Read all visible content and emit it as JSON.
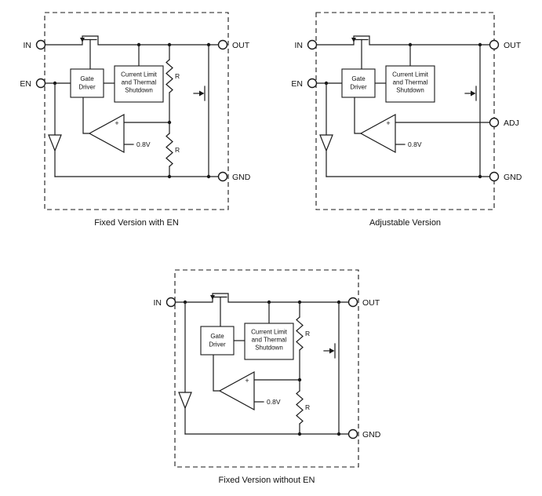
{
  "figure": {
    "background": "#ffffff",
    "ink": "#1a1a1a"
  },
  "diagrams": {
    "fixed_en": {
      "caption": "Fixed Version with EN",
      "pin_in": "IN",
      "pin_en": "EN",
      "pin_out": "OUT",
      "pin_gnd": "GND",
      "gate_driver": [
        "Gate",
        "Driver"
      ],
      "current_limit": [
        "Current Limit",
        "and Thermal",
        "Shutdown"
      ],
      "r_upper": "R",
      "r_lower": "R",
      "vref": "0.8V",
      "opamp_plus": "+"
    },
    "adjustable": {
      "caption": "Adjustable Version",
      "pin_in": "IN",
      "pin_en": "EN",
      "pin_out": "OUT",
      "pin_adj": "ADJ",
      "pin_gnd": "GND",
      "gate_driver": [
        "Gate",
        "Driver"
      ],
      "current_limit": [
        "Current Limit",
        "and Thermal",
        "Shutdown"
      ],
      "vref": "0.8V",
      "opamp_plus": "+"
    },
    "fixed_no_en": {
      "caption": "Fixed Version without EN",
      "pin_in": "IN",
      "pin_out": "OUT",
      "pin_gnd": "GND",
      "gate_driver": [
        "Gate",
        "Driver"
      ],
      "current_limit": [
        "Current Limit",
        "and Thermal",
        "Shutdown"
      ],
      "r_upper": "R",
      "r_lower": "R",
      "vref": "0.8V",
      "opamp_plus": "+"
    }
  }
}
